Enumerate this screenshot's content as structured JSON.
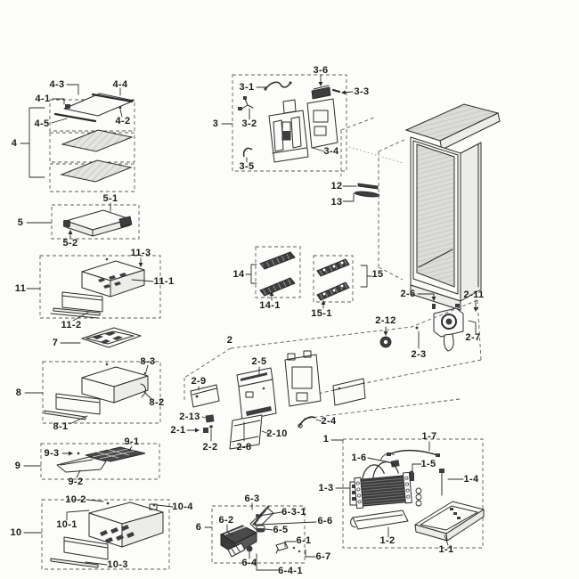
{
  "diagram": {
    "kind": "exploded-parts-diagram",
    "colors": {
      "background": "#fcfcfa",
      "line_art": "#2b2b2b",
      "dashed_line": "#5b5b5b",
      "light_shade": "#e4e4e0",
      "dark_shade": "#3d3d3d"
    }
  },
  "labels": {
    "4": "4",
    "4-1": "4-1",
    "4-2": "4-2",
    "4-3": "4-3",
    "4-4": "4-4",
    "4-5": "4-5",
    "5": "5",
    "5-1": "5-1",
    "5-2": "5-2",
    "11": "11",
    "11-1": "11-1",
    "11-2": "11-2",
    "11-3": "11-3",
    "7": "7",
    "8": "8",
    "8-1": "8-1",
    "8-2": "8-2",
    "8-3": "8-3",
    "9": "9",
    "9-1": "9-1",
    "9-2": "9-2",
    "9-3": "9-3",
    "10": "10",
    "10-1": "10-1",
    "10-2": "10-2",
    "10-3": "10-3",
    "10-4": "10-4",
    "3": "3",
    "3-1": "3-1",
    "3-2": "3-2",
    "3-3": "3-3",
    "3-4": "3-4",
    "3-5": "3-5",
    "3-6": "3-6",
    "12": "12",
    "13": "13",
    "14": "14",
    "14-1": "14-1",
    "15": "15",
    "15-1": "15-1",
    "2": "2",
    "2-1": "2-1",
    "2-2": "2-2",
    "2-3": "2-3",
    "2-4": "2-4",
    "2-5": "2-5",
    "2-6": "2-6",
    "2-7": "2-7",
    "2-8": "2-8",
    "2-9": "2-9",
    "2-10": "2-10",
    "2-11": "2-11",
    "2-12": "2-12",
    "2-13": "2-13",
    "1": "1",
    "1-1": "1-1",
    "1-2": "1-2",
    "1-3": "1-3",
    "1-4": "1-4",
    "1-5": "1-5",
    "1-6": "1-6",
    "1-7": "1-7",
    "6": "6",
    "6-1": "6-1",
    "6-2": "6-2",
    "6-3": "6-3",
    "6-3-1": "6-3-1",
    "6-4": "6-4",
    "6-4-1": "6-4-1",
    "6-5": "6-5",
    "6-6": "6-6",
    "6-7": "6-7"
  },
  "groups": [
    {
      "group_label": "4",
      "callouts": [
        "4",
        "4-1",
        "4-2",
        "4-3",
        "4-4",
        "4-5"
      ]
    },
    {
      "group_label": "5",
      "callouts": [
        "5",
        "5-1",
        "5-2"
      ]
    },
    {
      "group_label": "11",
      "callouts": [
        "11",
        "11-1",
        "11-2",
        "11-3"
      ]
    },
    {
      "group_label": "7",
      "callouts": [
        "7"
      ]
    },
    {
      "group_label": "8",
      "callouts": [
        "8",
        "8-1",
        "8-2",
        "8-3"
      ]
    },
    {
      "group_label": "9",
      "callouts": [
        "9",
        "9-1",
        "9-2",
        "9-3"
      ]
    },
    {
      "group_label": "10",
      "callouts": [
        "10",
        "10-1",
        "10-2",
        "10-3",
        "10-4"
      ]
    },
    {
      "group_label": "3",
      "callouts": [
        "3",
        "3-1",
        "3-2",
        "3-3",
        "3-4",
        "3-5",
        "3-6"
      ]
    },
    {
      "group_label": "12",
      "callouts": [
        "12"
      ]
    },
    {
      "group_label": "13",
      "callouts": [
        "13"
      ]
    },
    {
      "group_label": "14",
      "callouts": [
        "14",
        "14-1"
      ]
    },
    {
      "group_label": "15",
      "callouts": [
        "15",
        "15-1"
      ]
    },
    {
      "group_label": "2",
      "callouts": [
        "2",
        "2-1",
        "2-2",
        "2-3",
        "2-4",
        "2-5",
        "2-6",
        "2-7",
        "2-8",
        "2-9",
        "2-10",
        "2-11",
        "2-12",
        "2-13"
      ]
    },
    {
      "group_label": "1",
      "callouts": [
        "1",
        "1-1",
        "1-2",
        "1-3",
        "1-4",
        "1-5",
        "1-6",
        "1-7"
      ]
    },
    {
      "group_label": "6",
      "callouts": [
        "6",
        "6-1",
        "6-2",
        "6-3",
        "6-3-1",
        "6-4",
        "6-4-1",
        "6-5",
        "6-6",
        "6-7"
      ]
    }
  ]
}
